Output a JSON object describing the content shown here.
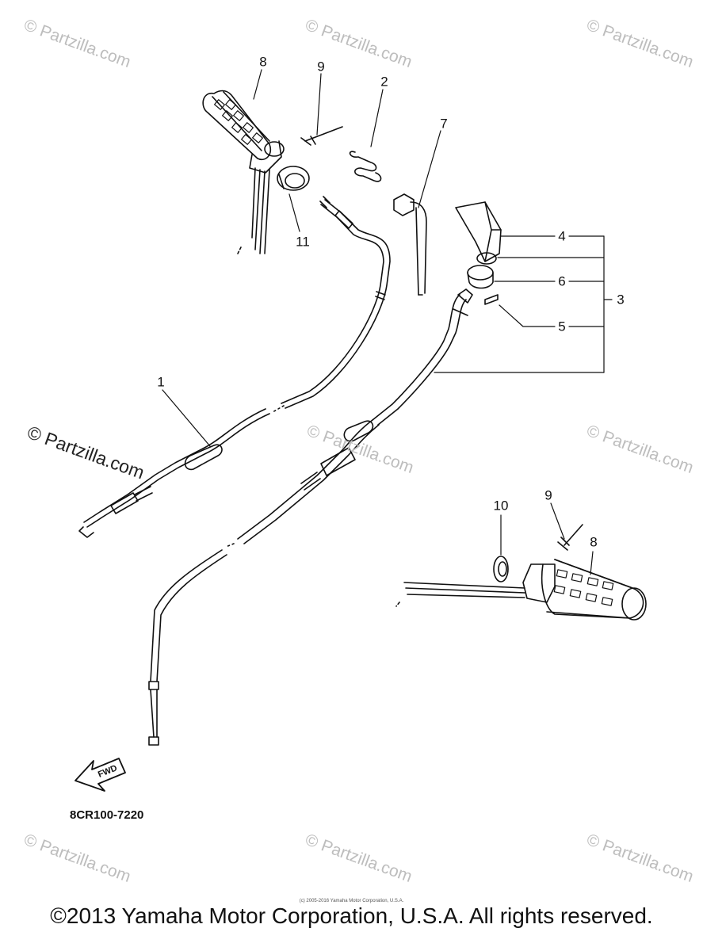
{
  "watermarks": [
    "© Partzilla.com",
    "© Partzilla.com",
    "© Partzilla.com",
    "© Partzilla.com",
    "© Partzilla.com",
    "© Partzilla.com",
    "© Partzilla.com",
    "© Partzilla.com",
    "© Partzilla.com"
  ],
  "callouts": {
    "c8a": "8",
    "c9a": "9",
    "c2": "2",
    "c7": "7",
    "c11": "11",
    "c4": "4",
    "c6": "6",
    "c3": "3",
    "c5": "5",
    "c1": "1",
    "c10": "10",
    "c9b": "9",
    "c8b": "8"
  },
  "fwd_label": "FWD",
  "diagram_code": "8CR100-7220",
  "copyright_small": "(c) 2005-2016 Yamaha Motor Corporation, U.S.A.",
  "copyright": "©2013 Yamaha Motor Corporation, U.S.A. All rights reserved."
}
